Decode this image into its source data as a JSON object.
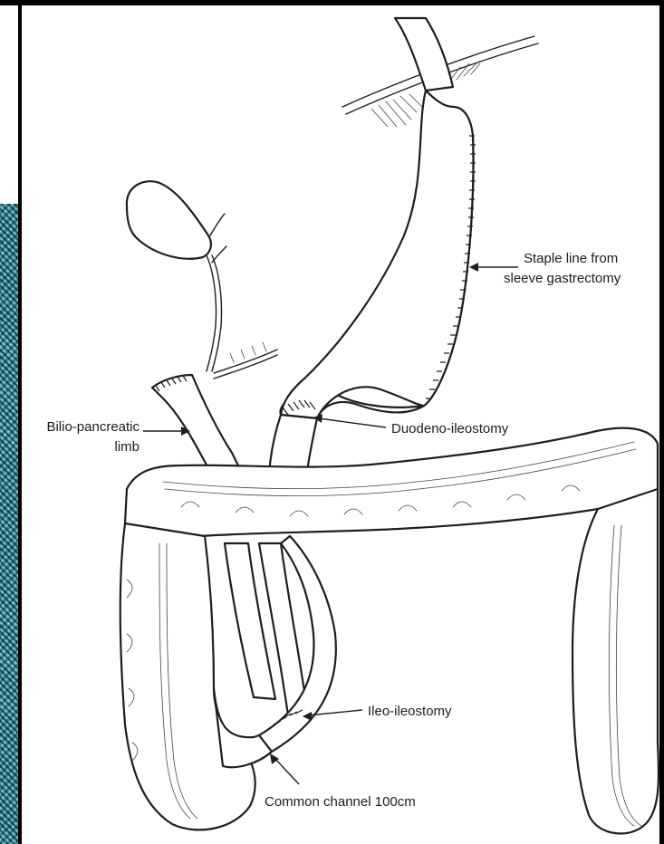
{
  "figure": {
    "labels": {
      "staple_line_1": "Staple line from",
      "staple_line_2": "sleeve gastrectomy",
      "duodeno_ileostomy": "Duodeno-ileostomy",
      "bilio_pancreatic_1": "Bilio-pancreatic",
      "bilio_pancreatic_2": "limb",
      "ileo_ileostomy": "Ileo-ileostomy",
      "common_channel": "Common channel 100cm"
    }
  }
}
